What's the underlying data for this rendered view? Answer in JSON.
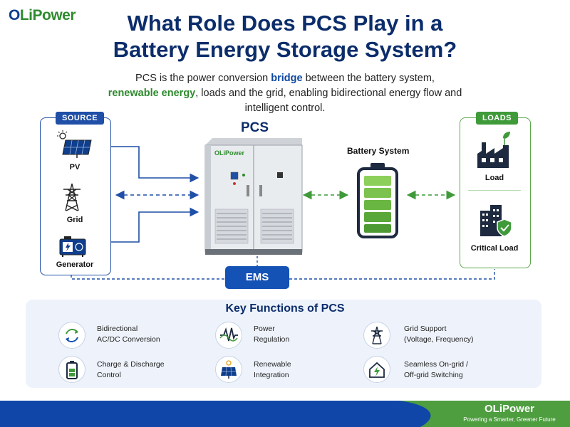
{
  "brand": {
    "logo_o": "O",
    "logo_rest": "LiPower",
    "footer_name": "OLiPower",
    "footer_tagline": "Powering a Smarter, Greener Future"
  },
  "header": {
    "title_line1": "What Role Does PCS Play in a",
    "title_line2": "Battery Energy Storage System?"
  },
  "subtitle": {
    "part1": "PCS is the power conversion ",
    "bold1": "bridge",
    "part2": " between the battery system,",
    "bold2": "renewable energy",
    "part3": ", loads and the grid, enabling bidirectional energy flow and intelligent control."
  },
  "source": {
    "tag": "SOURCE",
    "items": [
      "PV",
      "Grid",
      "Generator"
    ]
  },
  "pcs": {
    "title": "PCS",
    "cabinet_logo": "OLiPower"
  },
  "battery": {
    "title": "Battery System"
  },
  "loads": {
    "tag": "LOADS",
    "items": [
      "Load",
      "Critical Load"
    ]
  },
  "ems": {
    "label": "EMS"
  },
  "functions": {
    "title": "Key Functions of PCS",
    "items": [
      {
        "line1": "Bidirectional",
        "line2": "AC/DC Conversion",
        "icon": "bidirectional-arrows-icon"
      },
      {
        "line1": "Power",
        "line2": "Regulation",
        "icon": "waveform-icon"
      },
      {
        "line1": "Grid Support",
        "line2": "(Voltage, Frequency)",
        "icon": "transmission-tower-icon"
      },
      {
        "line1": "Charge & Discharge",
        "line2": "Control",
        "icon": "battery-icon"
      },
      {
        "line1": "Renewable",
        "line2": "Integration",
        "icon": "solar-panel-icon"
      },
      {
        "line1": "Seamless On-grid /",
        "line2": "Off-grid Switching",
        "icon": "house-bolt-icon"
      }
    ]
  },
  "colors": {
    "navy": "#0c2d6b",
    "blue": "#1452b5",
    "green": "#3f9a3a",
    "footer": "#0f46a8"
  }
}
